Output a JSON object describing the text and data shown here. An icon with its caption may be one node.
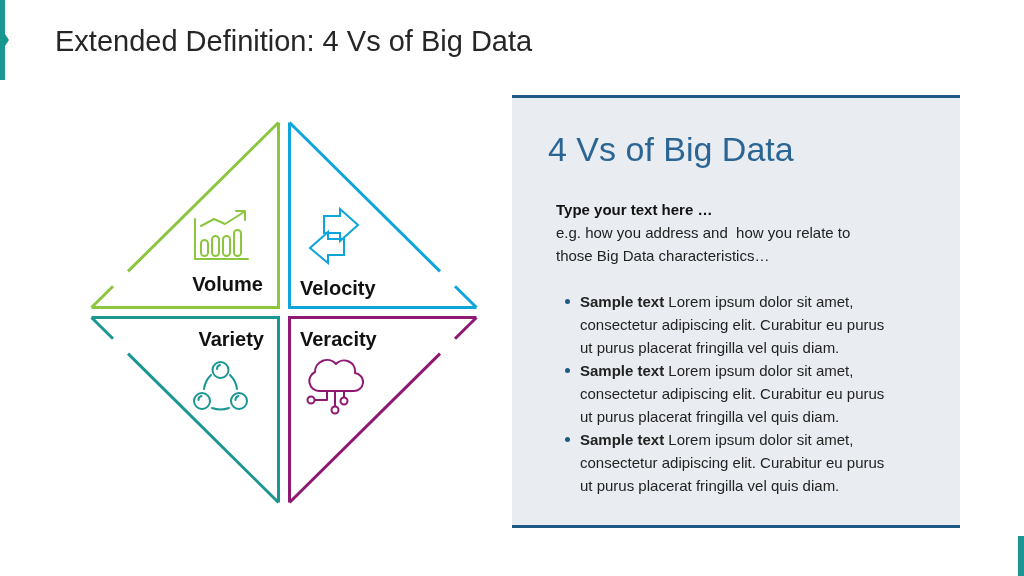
{
  "diagram": {
    "title": "Extended Definition: 4 Vs of Big Data",
    "nodes": [
      {
        "text": [
          "Volume"
        ]
      },
      {
        "text": [
          "Velocity"
        ]
      },
      {
        "text": [
          "Variety"
        ]
      },
      {
        "text": [
          "Veracity"
        ]
      },
      {
        "text": [
          "4 Vs of Big Data",
          "Type your text here …",
          "e.g. how you address and  how you relate to those Big Data characteristics…",
          "**Sample text** Lorem ipsum dolor sit amet, consectetur adipiscing elit. Curabitur eu purus ut purus placerat fringilla vel quis diam.",
          "**Sample text** Lorem ipsum dolor sit amet, consectetur adipiscing elit. Curabitur eu purus ut purus placerat fringilla vel quis diam.",
          "**Sample text** Lorem ipsum dolor sit amet, consectetur adipiscing elit. Curabitur eu purus ut purus placerat fringilla vel quis diam."
        ]
      }
    ]
  }
}
